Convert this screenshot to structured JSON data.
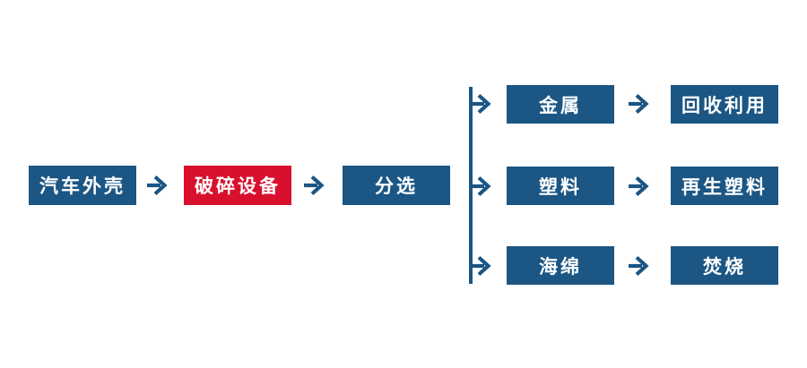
{
  "diagram": {
    "type": "process-flowchart",
    "background_color": "#FFFFFF",
    "colors": {
      "node_blue": "#1B5684",
      "node_red": "#D8102E",
      "connector_blue": "#1B5684",
      "node_text": "#FFFFFF"
    },
    "main_flow": [
      {
        "label": "汽车外壳",
        "style": "blue"
      },
      {
        "label": "破碎设备",
        "style": "red"
      },
      {
        "label": "分选",
        "style": "blue"
      }
    ],
    "branches": [
      {
        "material": "金属",
        "outcome": "回收利用"
      },
      {
        "material": "塑料",
        "outcome": "再生塑料"
      },
      {
        "material": "海绵",
        "outcome": "焚烧"
      }
    ],
    "icons": {
      "arrow": "→"
    }
  }
}
